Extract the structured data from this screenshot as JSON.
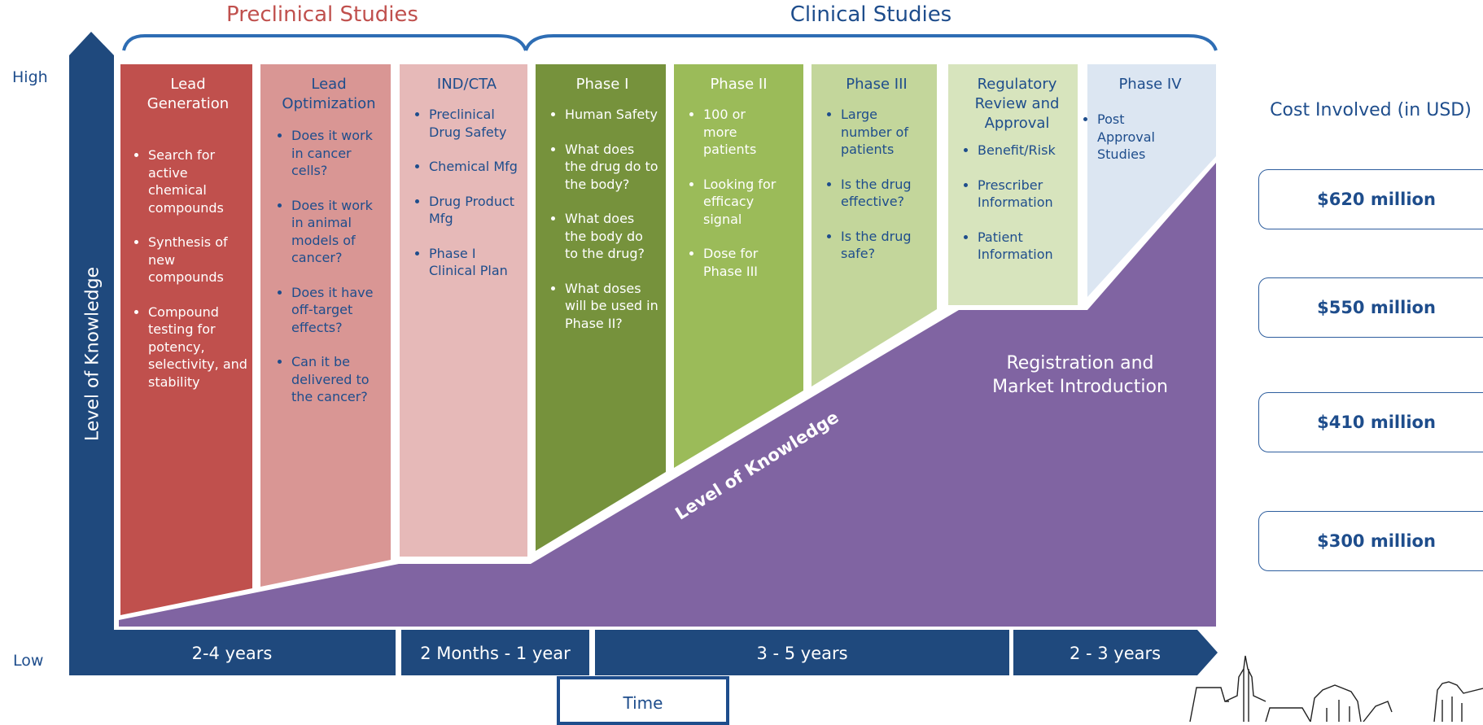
{
  "sections": {
    "preclinical": "Preclinical Studies",
    "clinical": "Clinical Studies"
  },
  "axis": {
    "high": "High",
    "low": "Low",
    "y_label": "Level of Knowledge",
    "diagonal_label": "Level of Knowledge",
    "time_label": "Time"
  },
  "columns": [
    {
      "title": "Lead Generation",
      "items": [
        "Search for active chemical compounds",
        "Synthesis of new compounds",
        "Compound testing for potency, selectivity, and stability"
      ]
    },
    {
      "title": "Lead Optimization",
      "items": [
        "Does it work in cancer cells?",
        "Does it work in animal models of cancer?",
        "Does it have off-target effects?",
        "Can it be delivered to the cancer?"
      ]
    },
    {
      "title": "IND/CTA",
      "items": [
        "Preclinical Drug Safety",
        "Chemical Mfg",
        "Drug Product Mfg",
        "Phase I Clinical Plan"
      ]
    },
    {
      "title": "Phase I",
      "items": [
        "Human Safety",
        "What does the drug do to the body?",
        "What does the body do to the drug?",
        "What doses will be used in Phase II?"
      ]
    },
    {
      "title": "Phase II",
      "items": [
        "100 or more patients",
        "Looking for efficacy signal",
        "Dose for Phase III"
      ]
    },
    {
      "title": "Phase III",
      "items": [
        "Large number of patients",
        "Is the drug effective?",
        "Is the drug safe?"
      ]
    },
    {
      "title": "Regulatory Review and Approval",
      "items": [
        "Benefit/Risk",
        "Prescriber Information",
        "Patient Information"
      ]
    },
    {
      "title": "Phase IV",
      "items": [
        "Post Approval Studies"
      ]
    }
  ],
  "registration": "Registration and Market Introduction",
  "timeline": [
    "2-4 years",
    "2 Months - 1 year",
    "3 - 5 years",
    "2 - 3 years"
  ],
  "cost": {
    "title": "Cost Involved (in USD)",
    "values": [
      "$620 million",
      "$550 million",
      "$410 million",
      "$300 million"
    ]
  },
  "colors": {
    "navy": "#1f497d",
    "preclinical_red": "#c0504d",
    "clinical_blue": "#1e4d8c",
    "knowledge_purple": "#8064a2",
    "lead_gen": "#c0504d",
    "lead_opt": "#d99694",
    "ind_cta": "#e6b9b8",
    "phase1": "#76923c",
    "phase2": "#9bbb59",
    "phase3": "#c3d69b",
    "regulatory": "#d7e4bd",
    "phase4": "#dce6f2"
  },
  "icons": [
    "city-skyline-sketch"
  ]
}
